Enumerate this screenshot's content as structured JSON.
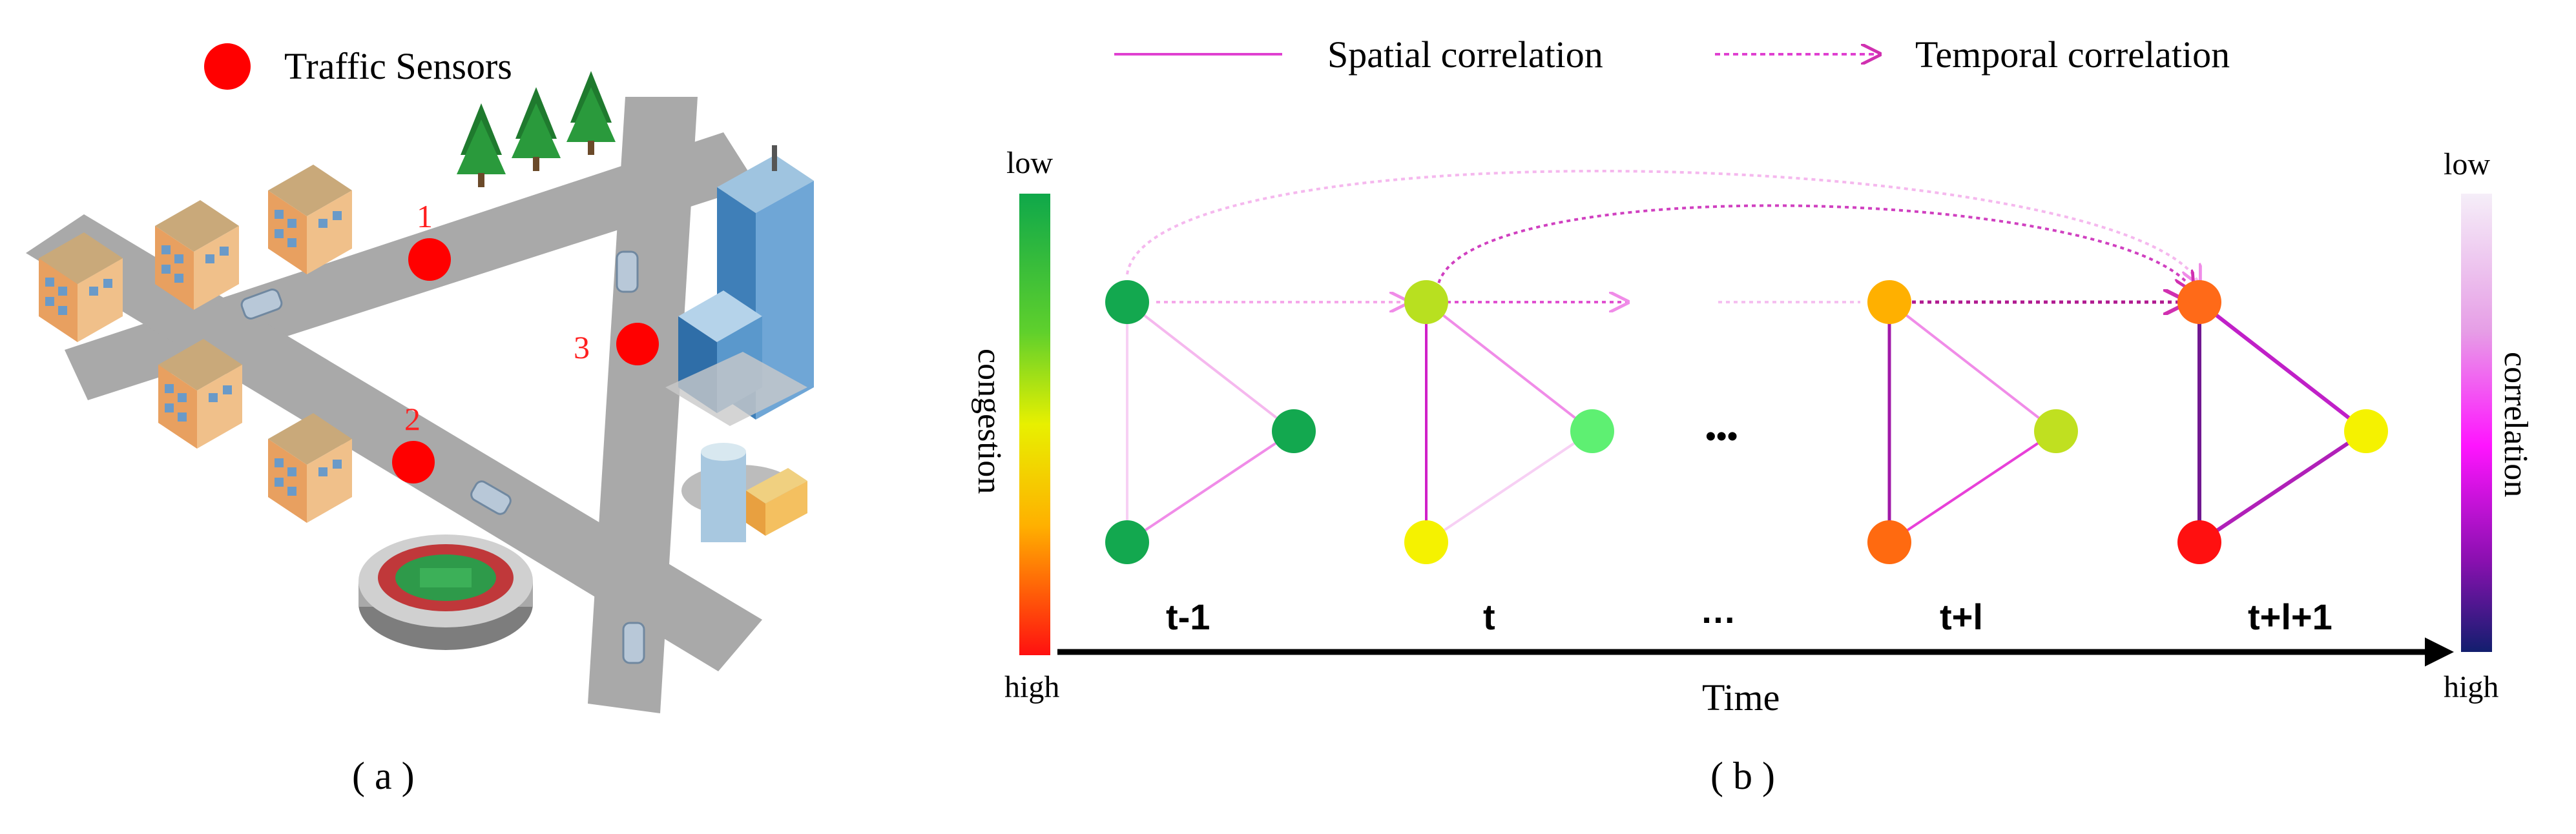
{
  "panel_a": {
    "legend_label": "Traffic Sensors",
    "sensors": [
      {
        "label": "1",
        "color": "#ff0000"
      },
      {
        "label": "2",
        "color": "#ff0000"
      },
      {
        "label": "3",
        "color": "#ff0000"
      }
    ],
    "caption": "( a )",
    "road_color": "#a8a8a8"
  },
  "panel_b": {
    "legend_spatial": "Spatial correlation",
    "legend_temporal": "Temporal  correlation",
    "congestion_bar": {
      "top": "low",
      "bottom": "high",
      "title": "congestion"
    },
    "correlation_bar": {
      "top": "low",
      "bottom": "high",
      "title": "correlation"
    },
    "time_label": "Time",
    "time_steps": [
      "t-1",
      "t",
      "…",
      "t+l",
      "t+l+1"
    ],
    "gap_dots": "•••",
    "caption": "( b )",
    "colors": {
      "spatial_line": "#e83fd8",
      "temporal_line": "#e040c8",
      "axis": "#000000"
    }
  }
}
